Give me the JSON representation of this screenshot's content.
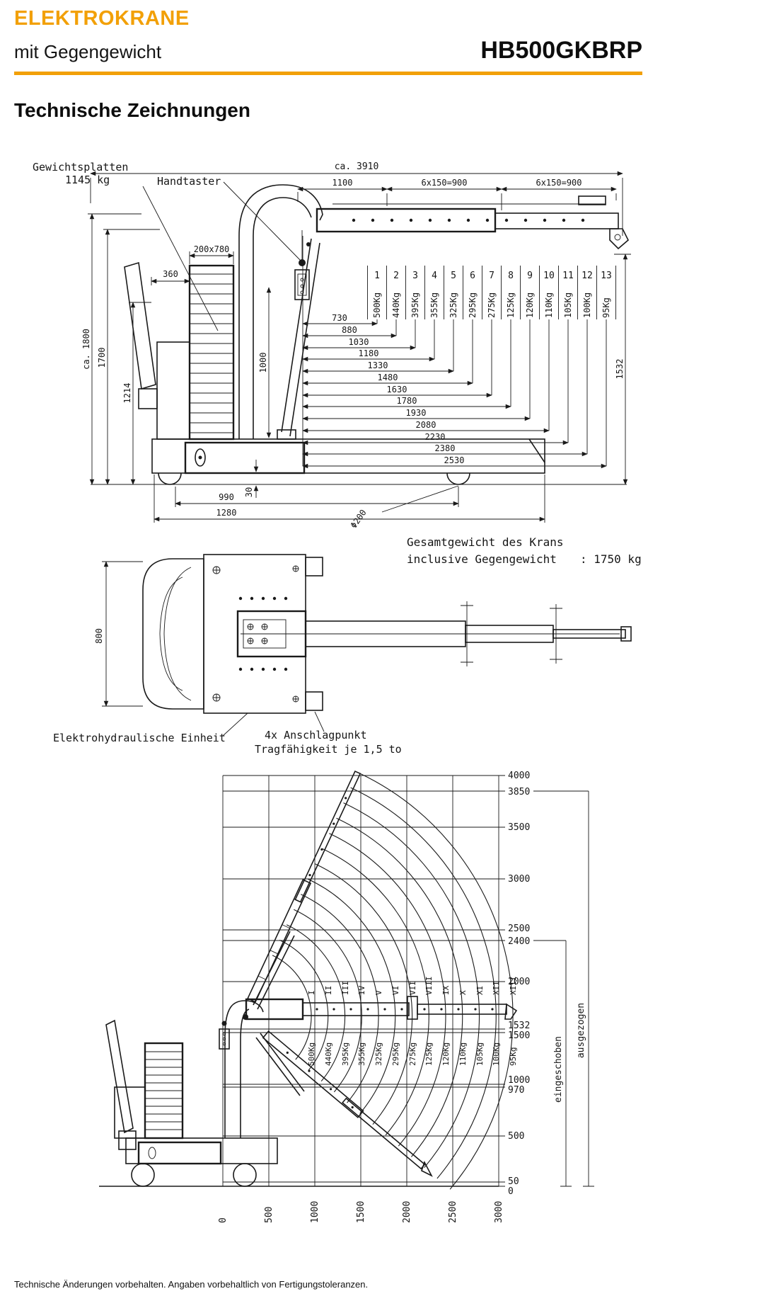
{
  "header": {
    "brand": "ELEKTROKRANE",
    "subtitle": "mit Gegengewicht",
    "model": "HB500GKBRP",
    "accent_color": "#F2A007"
  },
  "section_title": "Technische Zeichnungen",
  "side_view": {
    "label_gewichtsplatten_1": "Gewichtsplatten",
    "label_gewichtsplatten_2": "1145 kg",
    "label_handtaster": "Handtaster",
    "dim_total": "ca. 3910",
    "dim_1100": "1100",
    "dim_6x150_a": "6x150=900",
    "dim_6x150_b": "6x150=900",
    "dim_ca1800": "ca. 1800",
    "dim_1700": "1700",
    "dim_1214": "1214",
    "dim_360": "360",
    "dim_200x780": "200x780",
    "dim_1000": "1000",
    "dim_1532": "1532",
    "dim_30": "30",
    "dim_990": "990",
    "dim_1280": "1280",
    "dim_wheel": "Φ200"
  },
  "boom_positions": [
    {
      "no": "1",
      "roman": "I",
      "load": "500Kg",
      "reach": "730"
    },
    {
      "no": "2",
      "roman": "II",
      "load": "440Kg",
      "reach": "880"
    },
    {
      "no": "3",
      "roman": "III",
      "load": "395Kg",
      "reach": "1030"
    },
    {
      "no": "4",
      "roman": "IV",
      "load": "355Kg",
      "reach": "1180"
    },
    {
      "no": "5",
      "roman": "V",
      "load": "325Kg",
      "reach": "1330"
    },
    {
      "no": "6",
      "roman": "VI",
      "load": "295Kg",
      "reach": "1480"
    },
    {
      "no": "7",
      "roman": "VII",
      "load": "275Kg",
      "reach": "1630"
    },
    {
      "no": "8",
      "roman": "VIII",
      "load": "125Kg",
      "reach": "1780"
    },
    {
      "no": "9",
      "roman": "IX",
      "load": "120Kg",
      "reach": "1930"
    },
    {
      "no": "10",
      "roman": "X",
      "load": "110Kg",
      "reach": "2080"
    },
    {
      "no": "11",
      "roman": "XI",
      "load": "105Kg",
      "reach": "2230"
    },
    {
      "no": "12",
      "roman": "XII",
      "load": "100Kg",
      "reach": "2380"
    },
    {
      "no": "13",
      "roman": "XIII",
      "load": "95Kg",
      "reach": "2530"
    }
  ],
  "top_view": {
    "dim_800": "800",
    "total_weight_line1": "Gesamtgewicht des Krans",
    "total_weight_line2": "inclusive Gegengewicht",
    "total_weight_value": ": 1750 kg",
    "label_unit": "Elektrohydraulische Einheit",
    "label_anchor_1": "4x Anschlagpunkt",
    "label_anchor_2": "Tragfähigkeit je 1,5 to"
  },
  "load_diagram": {
    "height_labels": [
      "4000",
      "3850",
      "3500",
      "3000",
      "2500",
      "2400",
      "2000",
      "1532",
      "1500",
      "1000",
      "970",
      "500",
      "50",
      "0"
    ],
    "x_labels": [
      "0",
      "500",
      "1000",
      "1500",
      "2000",
      "2500",
      "3000"
    ],
    "label_eingeschoben": "eingeschoben",
    "label_ausgezogen": "ausgezogen"
  },
  "chart_data": {
    "type": "diagram",
    "title": "",
    "x_axis_ticks_mm": [
      0,
      500,
      1000,
      1500,
      2000,
      2500,
      3000
    ],
    "height_ticks_mm": [
      4000,
      3850,
      3500,
      3000,
      2500,
      2400,
      2000,
      1532,
      1500,
      1000,
      970,
      500,
      50,
      0
    ],
    "boom_stages": [
      "I",
      "II",
      "III",
      "IV",
      "V",
      "VI",
      "VII",
      "VIII",
      "IX",
      "X",
      "XI",
      "XII",
      "XIII"
    ],
    "loads_kg": [
      500,
      440,
      395,
      355,
      325,
      295,
      275,
      125,
      120,
      110,
      105,
      100,
      95
    ],
    "reach_mm": [
      730,
      880,
      1030,
      1180,
      1330,
      1480,
      1630,
      1780,
      1930,
      2080,
      2230,
      2380,
      2530
    ],
    "range_eingeschoben_mm": 2400,
    "range_ausgezogen_mm": 3850
  },
  "footer": {
    "text": "Technische Änderungen vorbehalten. Angaben vorbehaltlich von Fertigungstoleranzen."
  }
}
